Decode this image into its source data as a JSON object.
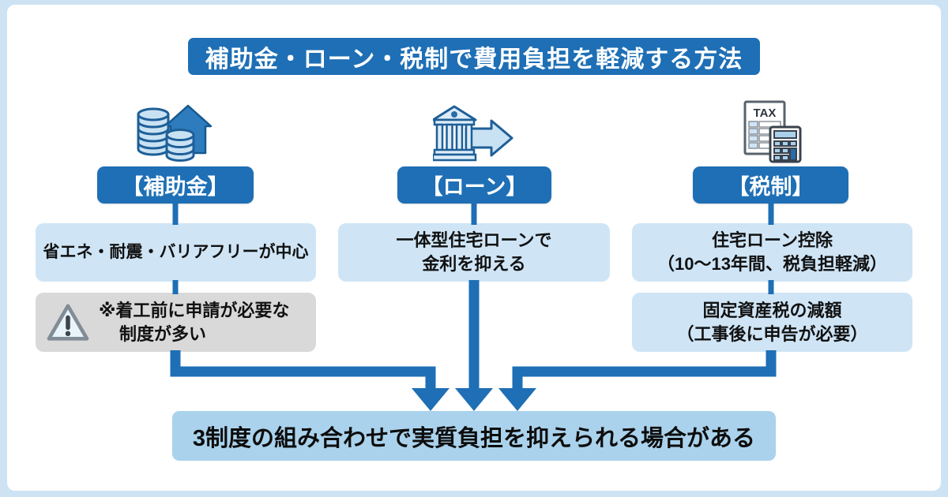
{
  "title": "補助金・ローン・税制で費用負担を軽減する方法",
  "columns": [
    {
      "id": "subsidy",
      "icon": "coins-house",
      "header": "【補助金】",
      "box1_lines": [
        "省エネ・耐震・バリアフリーが中心"
      ],
      "warning_lines": [
        "※着工前に申請が必要な",
        "制度が多い"
      ]
    },
    {
      "id": "loan",
      "icon": "bank-arrow",
      "header": "【ローン】",
      "box1_lines": [
        "一体型住宅ローンで",
        "金利を抑える"
      ]
    },
    {
      "id": "tax",
      "icon": "tax-calculator",
      "header": "【税制】",
      "box1_lines": [
        "住宅ローン控除",
        "（10～13年間、税負担軽減）"
      ],
      "box2_lines": [
        "固定資産税の減額",
        "（工事後に申告が必要）"
      ]
    }
  ],
  "conclusion": "3制度の組み合わせで実質負担を抑えられる場合がある",
  "tax_icon_label": "TAX",
  "colors": {
    "primary_blue": "#1e6fb5",
    "light_blue_box": "#cfe5f6",
    "conclusion_box_blue": "#aad2ec",
    "warning_gray": "#d9d9d9",
    "frame_blue": "#cde3f4"
  }
}
